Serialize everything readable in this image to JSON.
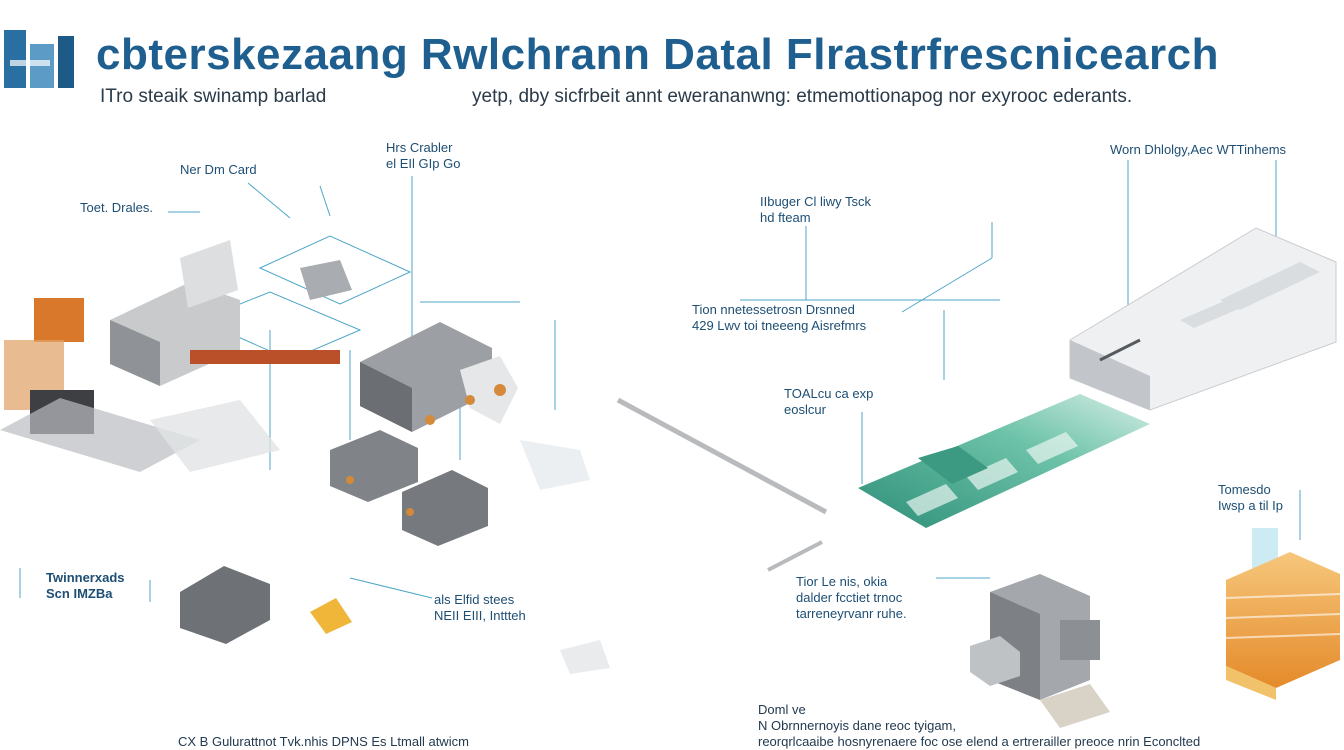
{
  "header": {
    "title": "cbterskezaang Rwlchrann Datal Flrastrfrescnicearch",
    "subtitle_left": "ITro steaik swinamp barlad",
    "subtitle_right": "yetp, dby sicfrbeit annt ewerananwng: etmemottionapog nor exyrooc ederants."
  },
  "labels": {
    "ner_dm_card": "Ner Dm Card",
    "toet_drales": "Toet. Drales.",
    "hrs_crabler": [
      "Hrs Crabler",
      "el EIl GIp Go"
    ],
    "worn_dhoby": "Worn Dhlolgy,Aec WTTinhems",
    "ilbuger": [
      "IIbuger Cl liwy Tsck",
      "hd fteam"
    ],
    "tion_nnetess": [
      "Tion  nnetessetrosn Drsnned",
      "429 Lwv toi tneeeng Aisrefmrs"
    ],
    "toalc": [
      "TOALcu ca exp",
      "eoslcur"
    ],
    "tomesdo": [
      "Tomesdo",
      "Iwsp a  til Ip"
    ],
    "twinnerds": [
      "Twinnerxads",
      "Scn IMZBa"
    ],
    "als_elfid": [
      "als Elfid stees",
      "NEII EIII,  Inttteh"
    ],
    "tior_le": [
      "Tior Le  nis, okia",
      "dalder fcctiet trnoc",
      "tarreneyrvanr ruhe."
    ],
    "doml": [
      "Doml ve",
      "N Obrnnernoyis dane reoc tyigam,",
      "reorqrlcaaibe hosnyrenaere foc  ose elend    a ertrerailler preoce nrin Econclted"
    ],
    "bottom_left": "CX B Gulurattnot Tvk.nhis DPNS Es Ltmall atwicm"
  },
  "colors": {
    "title": "#1f5f8f",
    "label": "#1d4e74",
    "accent_orange": "#e08a3c",
    "accent_teal": "#4aa891",
    "machine_grey": "#7a7d82",
    "leader_line": "#4da6c8"
  }
}
